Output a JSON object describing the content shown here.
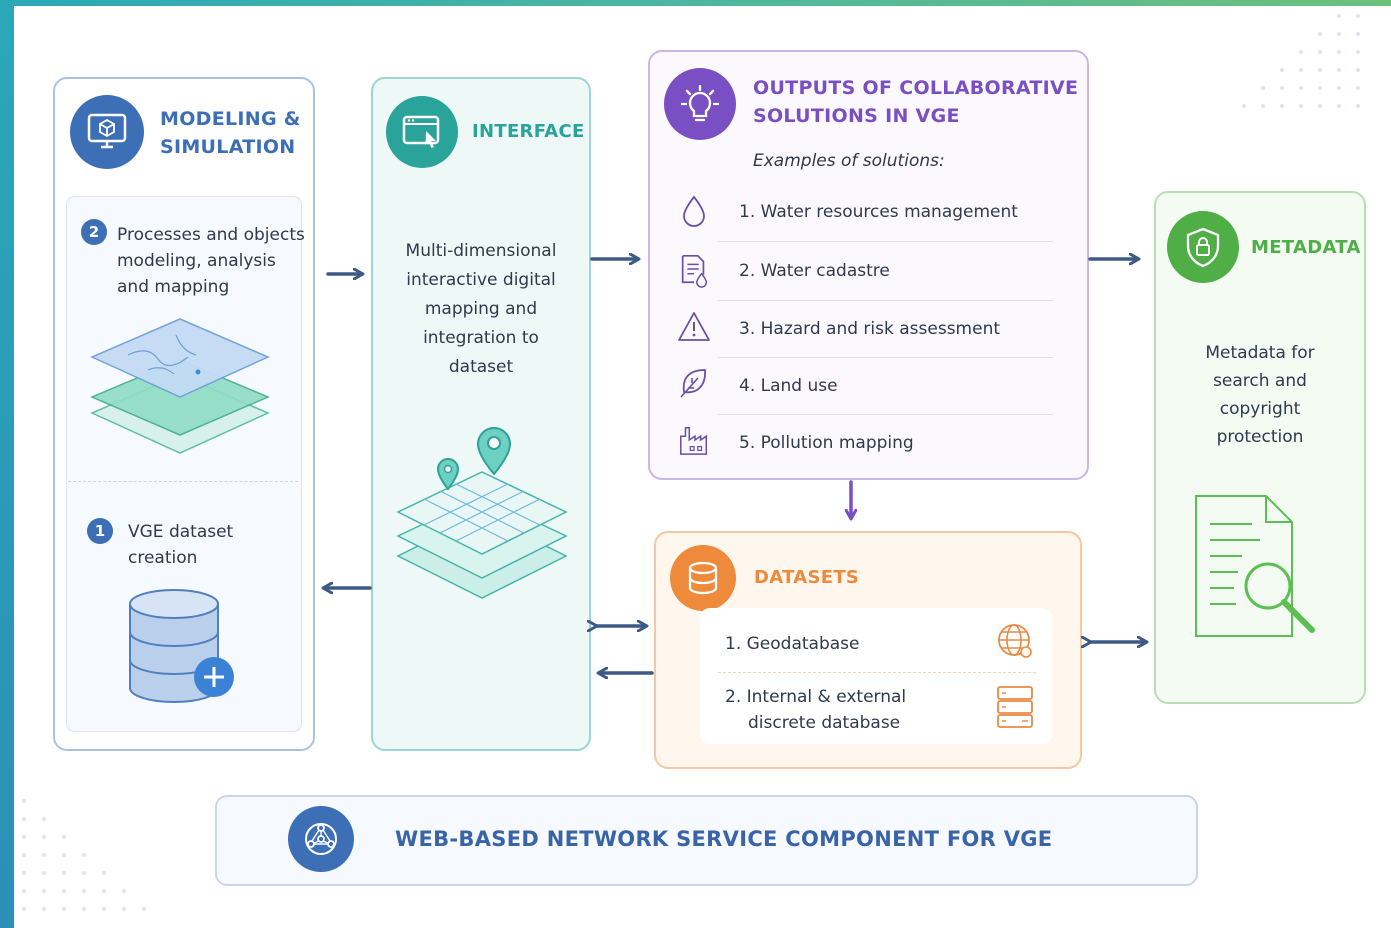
{
  "modeling": {
    "title_line1": "MODELING &",
    "title_line2": "SIMULATION",
    "step2_number": "2",
    "step2_lines": [
      "Processes and objects",
      "modeling, analysis",
      "and mapping"
    ],
    "step1_number": "1",
    "step1_lines": [
      "VGE dataset",
      "creation"
    ]
  },
  "interface": {
    "title": "INTERFACE",
    "desc_lines": [
      "Multi-dimensional",
      "interactive digital",
      "mapping and",
      "integration to",
      "dataset"
    ]
  },
  "outputs": {
    "title_line1": "OUTPUTS OF COLLABORATIVE",
    "title_line2": "SOLUTIONS IN VGE",
    "subtitle": "Examples of solutions:",
    "items": [
      {
        "label": "1. Water resources management",
        "icon": "water-drop-icon"
      },
      {
        "label": "2. Water cadastre",
        "icon": "document-drop-icon"
      },
      {
        "label": "3. Hazard and risk assessment",
        "icon": "warning-icon"
      },
      {
        "label": "4. Land use",
        "icon": "leaf-icon"
      },
      {
        "label": "5. Pollution mapping",
        "icon": "factory-icon"
      }
    ]
  },
  "datasets": {
    "title": "DATASETS",
    "items": [
      {
        "label": "1. Geodatabase",
        "icon": "globe-icon"
      },
      {
        "label_line1": "2. Internal & external",
        "label_line2": "discrete database",
        "icon": "server-icon"
      }
    ]
  },
  "metadata": {
    "title": "METADATA",
    "desc_lines": [
      "Metadata for",
      "search and",
      "copyright",
      "protection"
    ]
  },
  "web": {
    "title": "WEB-BASED NETWORK SERVICE COMPONENT FOR VGE"
  },
  "colors": {
    "modeling": "#3d6fb6",
    "interface": "#2aa39b",
    "outputs": "#7a4fc4",
    "datasets": "#ee8a3c",
    "metadata": "#4fae45",
    "arrows": "#3b5a86"
  }
}
